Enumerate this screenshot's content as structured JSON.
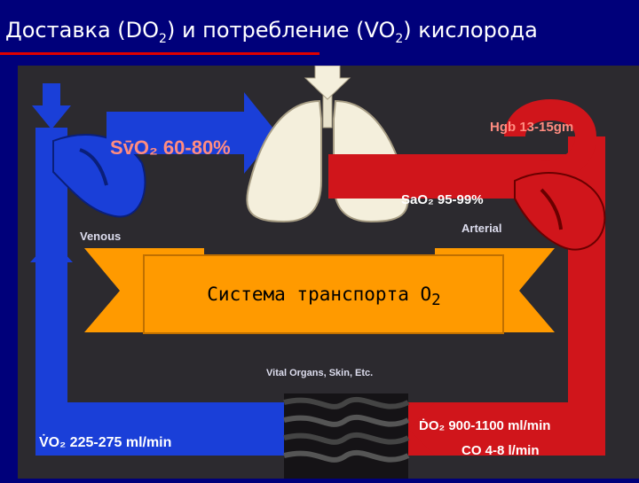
{
  "slide": {
    "title_part1": "Доставка (DO",
    "title_sub1": "2",
    "title_part2": ") и потребление (VO",
    "title_sub2": "2",
    "title_part3": ")  кислорода",
    "colors": {
      "background": "#00007a",
      "venous": "#1a3fd8",
      "arterial": "#d0151b",
      "banner": "#ff9a00"
    }
  },
  "diagram": {
    "svo2_label": "Sv̄O₂ 60-80%",
    "hgb_label": "Hgb 13-15gm",
    "sao2_label": "SaO₂ 95-99%",
    "venous_label": "Venous",
    "arterial_label": "Arterial",
    "organs_label": "Vital Organs, Skin, Etc.",
    "vo2_label": "V̇O₂ 225-275 ml/min",
    "do2_label": "ḊO₂ 900-1100 ml/min",
    "co_label": "CO  4-8 l/min"
  },
  "banner": {
    "text": "Система транспорта O",
    "sub": "2"
  }
}
